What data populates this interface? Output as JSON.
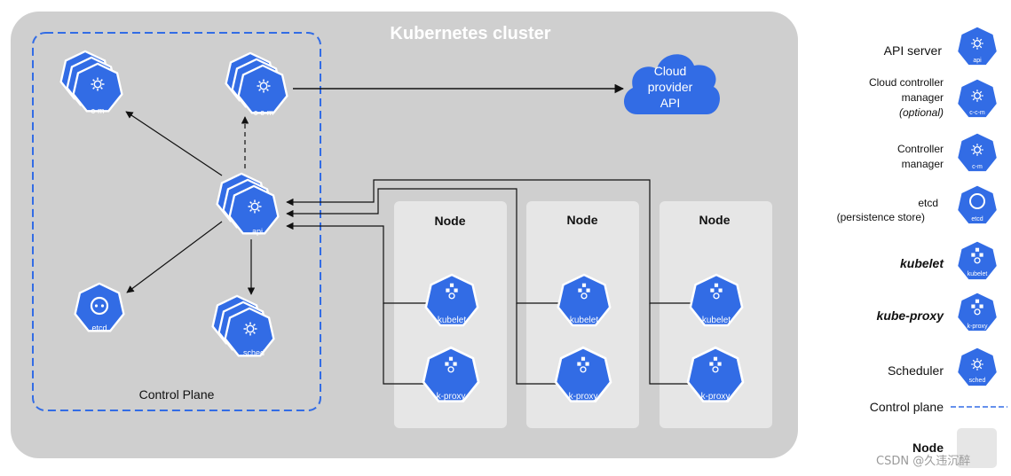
{
  "cluster_title": "Kubernetes cluster",
  "control_plane_label": "Control Plane",
  "cloud_label": [
    "Cloud",
    "provider",
    "API"
  ],
  "icons": {
    "api": "api",
    "ccm": "c-c-m",
    "cm": "c-m",
    "etcd": "etcd",
    "sched": "sched",
    "kubelet": "kubelet",
    "kproxy": "k-proxy"
  },
  "nodes": [
    {
      "title": "Node",
      "kubelet": "kubelet",
      "kproxy": "k-proxy"
    },
    {
      "title": "Node",
      "kubelet": "kubelet",
      "kproxy": "k-proxy"
    },
    {
      "title": "Node",
      "kubelet": "kubelet",
      "kproxy": "k-proxy"
    }
  ],
  "legend": {
    "api_server": "API server",
    "ccm_line1": "Cloud controller",
    "ccm_line2": "manager",
    "ccm_line3": "(optional)",
    "cm_line1": "Controller",
    "cm_line2": "manager",
    "etcd_line1": "etcd",
    "etcd_line2": "(persistence store)",
    "kubelet": "kubelet",
    "kube_proxy": "kube-proxy",
    "scheduler": "Scheduler",
    "control_plane": "Control plane",
    "node": "Node"
  },
  "watermark": "CSDN @久违沉醉",
  "colors": {
    "k8s_blue": "#326ce5",
    "cluster_bg": "#cfcfcf",
    "node_bg": "#e6e6e6",
    "cloud_blue": "#326ce5"
  }
}
